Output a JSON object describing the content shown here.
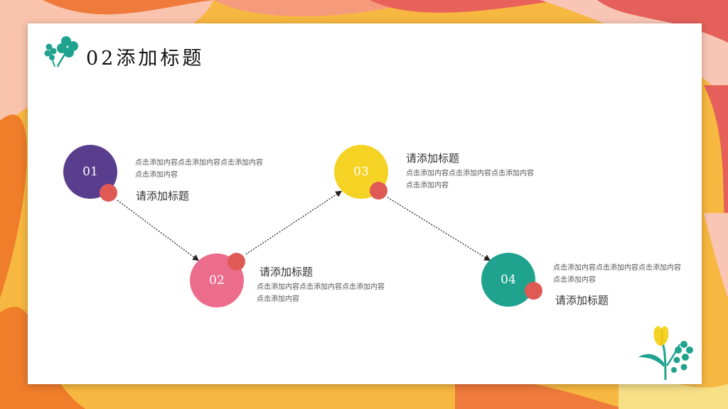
{
  "slide": {
    "title": "02添加标题",
    "colors": {
      "background": "#f2a23a",
      "card": "#ffffff",
      "connector": "#222222"
    }
  },
  "steps": [
    {
      "number": "01",
      "heading": "请添加标题",
      "body": "点击添加内容点击添加内容点击添加内容点击添加内容",
      "color": "#5a3e8e",
      "dot_color": "#e05a55"
    },
    {
      "number": "02",
      "heading": "请添加标题",
      "body": "点击添加内容点击添加内容点击添加内容点击添加内容",
      "color": "#ec6c8c",
      "dot_color": "#e05a55"
    },
    {
      "number": "03",
      "heading": "请添加标题",
      "body": "点击添加内容点击添加内容点击添加内容点击添加内容",
      "color": "#f5d324",
      "dot_color": "#e05a55"
    },
    {
      "number": "04",
      "heading": "请添加标题",
      "body": "点击添加内容点击添加内容点击添加内容点击添加内容",
      "color": "#1fa38e",
      "dot_color": "#e05a55"
    }
  ],
  "decorations": {
    "top_left": "clover-icon",
    "bottom_right": "tulip-icon"
  }
}
